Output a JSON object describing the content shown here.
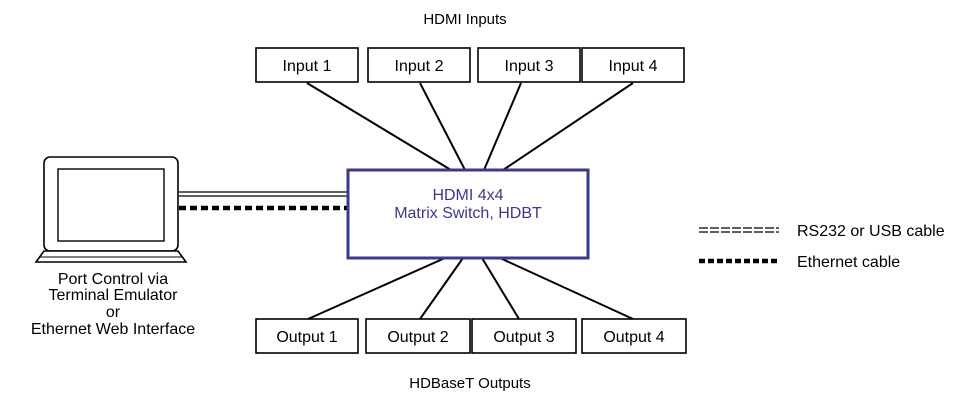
{
  "header": {
    "inputs_title": "HDMI Inputs"
  },
  "inputs": [
    {
      "label": "Input 1"
    },
    {
      "label": "Input 2"
    },
    {
      "label": "Input 3"
    },
    {
      "label": "Input 4"
    }
  ],
  "switch": {
    "line1": "HDMI 4x4",
    "line2": "Matrix Switch, HDBT"
  },
  "outputs": [
    {
      "label": "Output 1"
    },
    {
      "label": "Output 2"
    },
    {
      "label": "Output 3"
    },
    {
      "label": "Output 4"
    }
  ],
  "footer": {
    "outputs_title": "HDBaseT Outputs"
  },
  "computer": {
    "icon": "laptop-icon",
    "caption_lines": [
      "Port Control via",
      "Terminal Emulator",
      "or",
      "Ethernet Web Interface"
    ]
  },
  "legend": {
    "rs232_label": "RS232 or USB cable",
    "ethernet_label": "Ethernet cable"
  },
  "colors": {
    "switch_border": "#3b3a86",
    "switch_text": "#3b3a86",
    "line": "#000000"
  }
}
